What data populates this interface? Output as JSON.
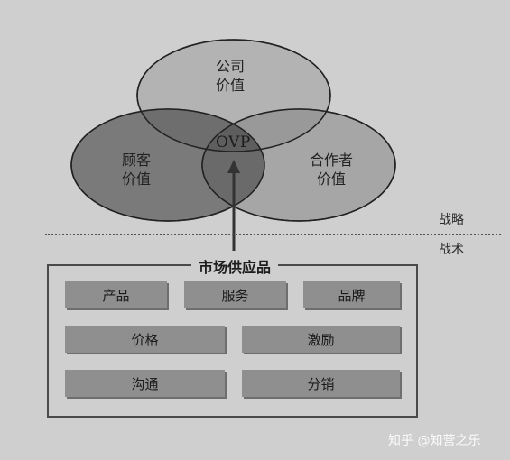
{
  "venn": {
    "company_value": [
      "公司",
      "价值"
    ],
    "customer_value": [
      "顾客",
      "价值"
    ],
    "partner_value": [
      "合作者",
      "价值"
    ],
    "center": "OVP"
  },
  "levels": {
    "strategy": "战略",
    "tactics": "战术"
  },
  "market_offering": {
    "title": "市场供应品",
    "items": [
      "产品",
      "服务",
      "品牌",
      "价格",
      "激励",
      "沟通",
      "分销"
    ]
  },
  "watermark": {
    "text": "知乎 @知营之乐"
  }
}
